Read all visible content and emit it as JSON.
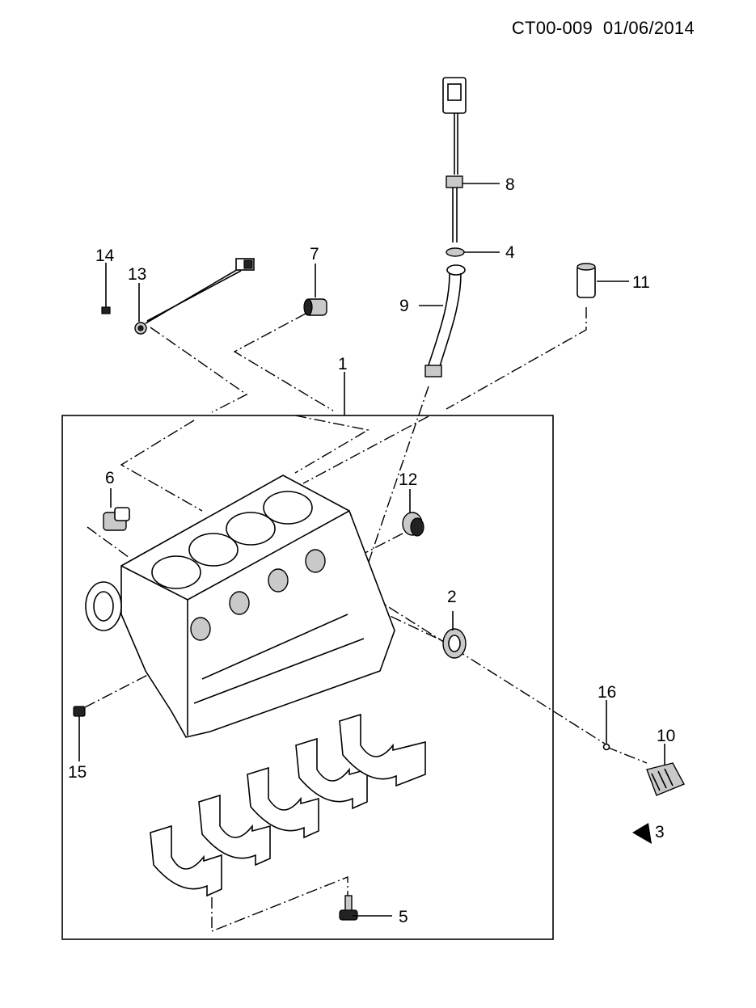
{
  "header": {
    "code": "CT00-009",
    "date": "01/06/2014"
  },
  "callouts": {
    "c1": "1",
    "c2": "2",
    "c3": "3",
    "c4": "4",
    "c5": "5",
    "c6": "6",
    "c7": "7",
    "c8": "8",
    "c9": "9",
    "c10": "10",
    "c11": "11",
    "c12": "12",
    "c13": "13",
    "c14": "14",
    "c15": "15",
    "c16": "16"
  },
  "icons": {
    "direction_arrow": "arrow-icon"
  }
}
